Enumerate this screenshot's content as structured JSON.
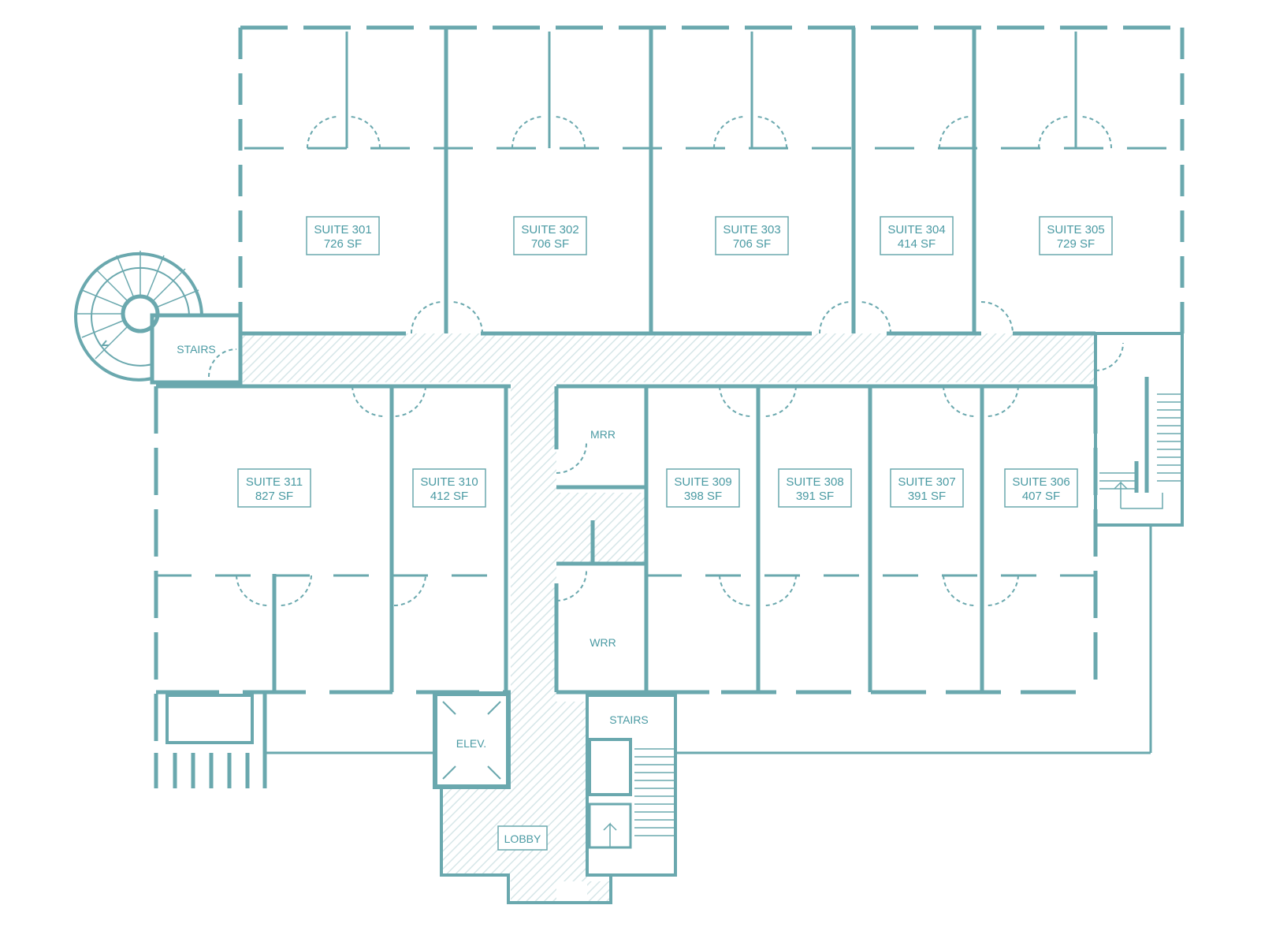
{
  "colors": {
    "wall": "#6aa8ae",
    "text": "#4a9aa3",
    "corridor_hatch": "#d6e6e8",
    "background": "#ffffff"
  },
  "suites": [
    {
      "name": "SUITE 301",
      "area": "726 SF"
    },
    {
      "name": "SUITE 302",
      "area": "706 SF"
    },
    {
      "name": "SUITE 303",
      "area": "706 SF"
    },
    {
      "name": "SUITE 304",
      "area": "414 SF"
    },
    {
      "name": "SUITE 305",
      "area": "729 SF"
    },
    {
      "name": "SUITE 306",
      "area": "407 SF"
    },
    {
      "name": "SUITE 307",
      "area": "391 SF"
    },
    {
      "name": "SUITE 308",
      "area": "391 SF"
    },
    {
      "name": "SUITE 309",
      "area": "398 SF"
    },
    {
      "name": "SUITE 310",
      "area": "412 SF"
    },
    {
      "name": "SUITE 311",
      "area": "827 SF"
    }
  ],
  "rooms": {
    "stairs_west": "STAIRS",
    "mrr": "MRR",
    "wrr": "WRR",
    "stairs_south": "STAIRS",
    "elevator": "ELEV.",
    "lobby": "LOBBY"
  }
}
